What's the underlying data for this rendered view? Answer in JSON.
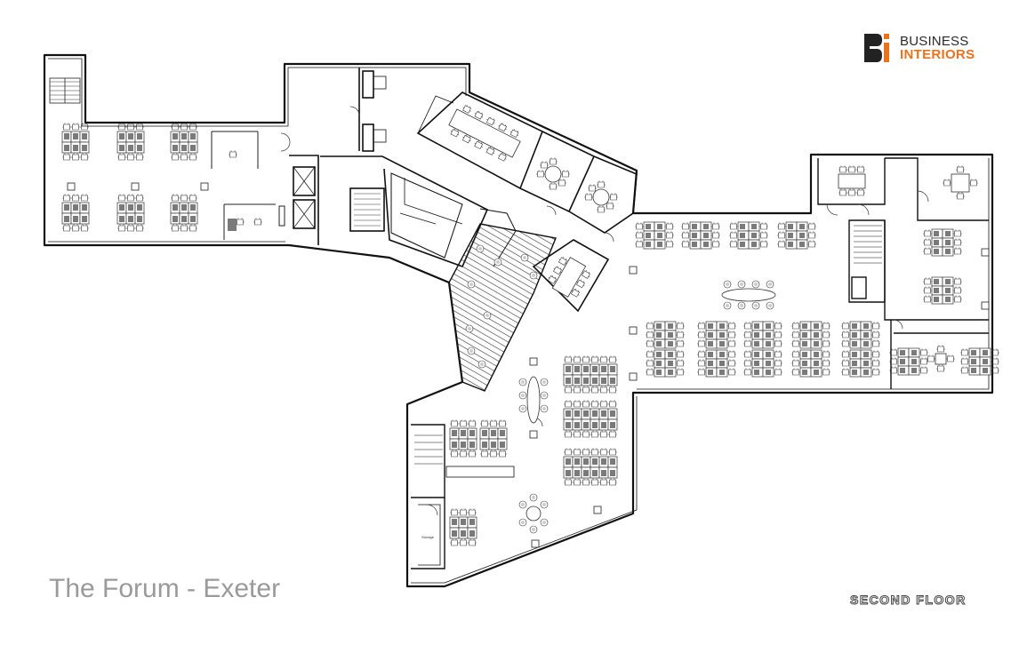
{
  "brand": {
    "line1": "BUSINESS",
    "line2": "INTERIORS",
    "dark_color": "#222222",
    "accent_color": "#e8731e"
  },
  "plan": {
    "title": "The Forum - Exeter",
    "floor": "SECOND FLOOR",
    "rooms": {
      "storage": "Storage"
    },
    "wall_color": "#111111",
    "chair_color": "#7a7a7a",
    "title_color": "#9a9a9a"
  }
}
